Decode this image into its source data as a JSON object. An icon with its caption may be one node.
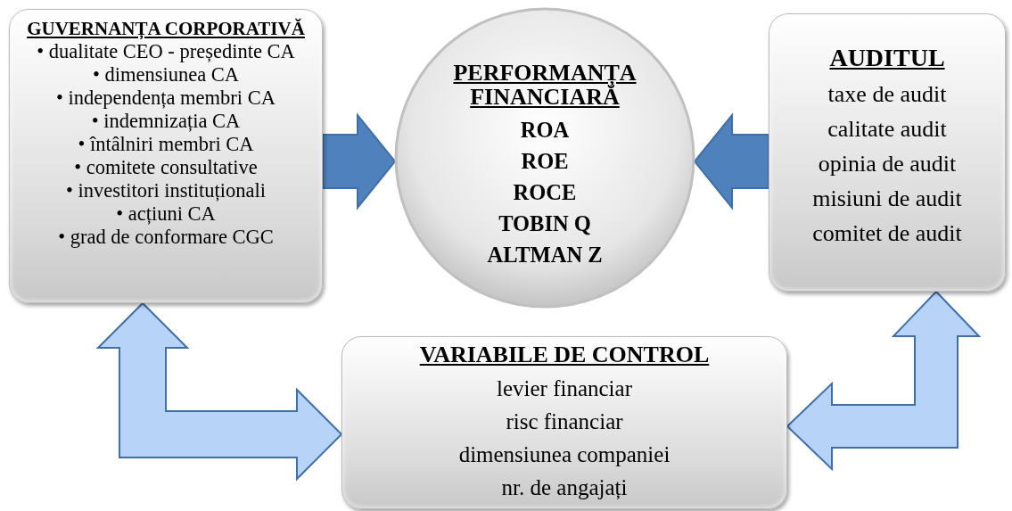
{
  "diagram": {
    "nodes": [
      {
        "text": [
          "GUVERNANȚA CORPORATIVĂ",
          "• dualitate CEO - președinte CA",
          "• dimensiunea CA",
          "• independența membri CA",
          "• indemnizația CA",
          "• întâlniri membri CA",
          "• comitete consultative",
          "• investitori instituționali",
          "• acțiuni CA",
          "• grad de conformare CGC"
        ]
      },
      {
        "text": [
          "PERFORMANȚA FINANCIARĂ",
          "ROA",
          "ROE",
          "ROCE",
          "TOBIN Q",
          "ALTMAN Z"
        ]
      },
      {
        "text": [
          "AUDITUL",
          "taxe de audit",
          "calitate audit",
          "opinia de audit",
          "misiuni de audit",
          "comitet de audit"
        ]
      },
      {
        "text": [
          "VARIABILE DE CONTROL",
          "levier financiar",
          "risc financiar",
          "dimensiunea companiei",
          "nr. de angajați"
        ]
      }
    ],
    "edges": [
      {
        "from": 0,
        "to": 1,
        "arrow": "to",
        "color": "#4f81bd"
      },
      {
        "from": 2,
        "to": 1,
        "arrow": "to",
        "color": "#4f81bd"
      },
      {
        "from": 3,
        "to": 0,
        "arrow": "both",
        "color": "#b8d3f8"
      },
      {
        "from": 3,
        "to": 2,
        "arrow": "both",
        "color": "#b8d3f8"
      }
    ]
  }
}
